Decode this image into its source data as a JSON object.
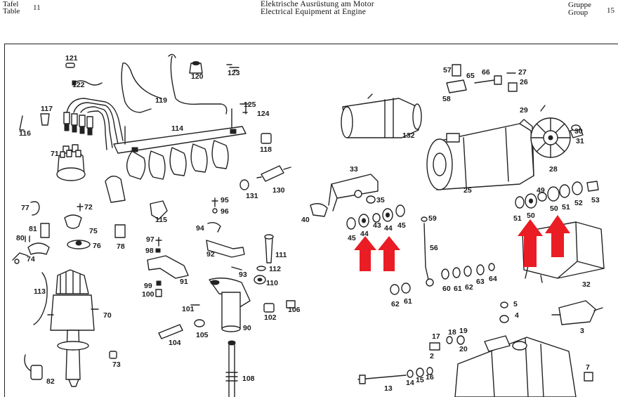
{
  "header": {
    "left_de": "Tafel",
    "left_en": "Table",
    "table_number": "11",
    "title_de": "Elektrische Ausrüstung am Motor",
    "title_en": "Electrical Equipment at Engine",
    "right_de": "Gruppe",
    "right_en": "Group",
    "group_number": "15"
  },
  "callouts": [
    "121",
    "122",
    "120",
    "123",
    "119",
    "125",
    "124",
    "117",
    "116",
    "114",
    "118",
    "71",
    "130",
    "131",
    "77",
    "72",
    "95",
    "96",
    "115",
    "81",
    "75",
    "97",
    "94",
    "80",
    "74",
    "76",
    "78",
    "98",
    "92",
    "111",
    "113",
    "99",
    "100",
    "91",
    "93",
    "112",
    "110",
    "70",
    "101",
    "102",
    "106",
    "105",
    "90",
    "104",
    "73",
    "82",
    "108",
    "33",
    "35",
    "40",
    "45",
    "44",
    "43",
    "44",
    "45",
    "59",
    "56",
    "60",
    "61",
    "62",
    "63",
    "64",
    "62",
    "61",
    "132",
    "57",
    "65",
    "66",
    "27",
    "26",
    "58",
    "29",
    "30",
    "31",
    "28",
    "25",
    "49",
    "50",
    "51",
    "52",
    "53",
    "51",
    "50",
    "32",
    "5",
    "4",
    "3",
    "17",
    "18",
    "19",
    "2",
    "20",
    "13",
    "14",
    "15",
    "16",
    "7"
  ],
  "colors": {
    "ink": "#222222",
    "arrow": "#ea1c24",
    "background": "#ffffff"
  }
}
